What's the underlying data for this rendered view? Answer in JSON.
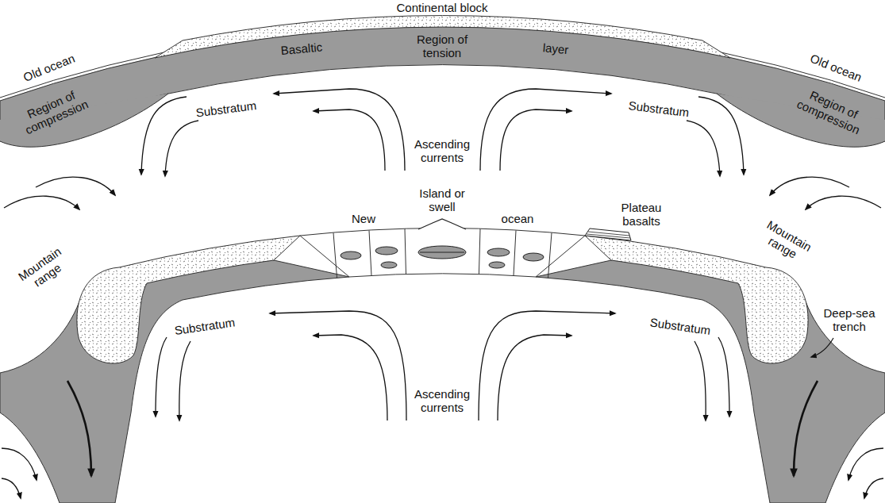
{
  "diagram": {
    "labels": [
      "Continental block",
      "Basaltic",
      "Region of tension",
      "layer",
      "Old ocean",
      "Old ocean",
      "Region of compression",
      "Region of compression",
      "Substratum",
      "Substratum",
      "Ascending currents",
      "New",
      "Island or swell",
      "ocean",
      "Plateau basalts",
      "Mountain range",
      "Mountain range",
      "Deep-sea trench",
      "Substratum",
      "Substratum",
      "Ascending currents"
    ]
  }
}
